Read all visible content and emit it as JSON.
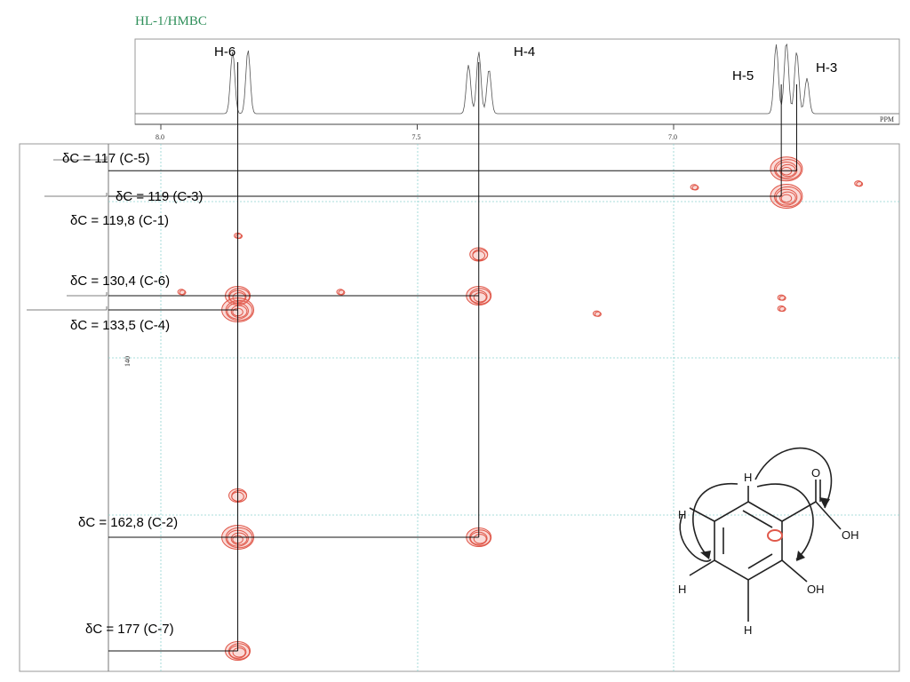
{
  "chart_data": {
    "type": "heatmap",
    "title": "HL-1/HMBC",
    "x_axis": {
      "unit": "PPM",
      "ticks": [
        "8.0",
        "7.5",
        "7.0"
      ],
      "direction": "decreasing"
    },
    "y_axis": {
      "ticks": [
        "140"
      ]
    },
    "proton_labels": [
      {
        "id": "h6",
        "text": "H-6",
        "ppm": 7.85
      },
      {
        "id": "h4",
        "text": "H-4",
        "ppm": 7.38
      },
      {
        "id": "h5",
        "text": "H-5",
        "ppm": 6.79
      },
      {
        "id": "h3",
        "text": "H-3",
        "ppm": 6.76
      }
    ],
    "carbon_labels": [
      {
        "id": "c5",
        "text": "δC = 117 (C-5)",
        "ppm": 117.0
      },
      {
        "id": "c3",
        "text": "δC = 119 (C-3)",
        "ppm": 119.0
      },
      {
        "id": "c1",
        "text": "δC = 119,8 (C-1)",
        "ppm": 119.8
      },
      {
        "id": "c6",
        "text": "δC = 130,4 (C-6)",
        "ppm": 130.4
      },
      {
        "id": "c4",
        "text": "δC = 133,5 (C-4)",
        "ppm": 133.5
      },
      {
        "id": "c2",
        "text": "δC = 162,8 (C-2)",
        "ppm": 162.8
      },
      {
        "id": "c7",
        "text": "δC = 177 (C-7)",
        "ppm": 177.0
      }
    ],
    "correlations": [
      {
        "h_ppm": 6.78,
        "c_ppm": 117.5,
        "size": 3
      },
      {
        "h_ppm": 6.78,
        "c_ppm": 119.5,
        "size": 3
      },
      {
        "h_ppm": 7.85,
        "c_ppm": 130.4,
        "size": 2
      },
      {
        "h_ppm": 7.85,
        "c_ppm": 133.5,
        "size": 3
      },
      {
        "h_ppm": 7.38,
        "c_ppm": 130.4,
        "size": 2
      },
      {
        "h_ppm": 7.38,
        "c_ppm": 126.0,
        "size": 1
      },
      {
        "h_ppm": 7.85,
        "c_ppm": 162.8,
        "size": 3
      },
      {
        "h_ppm": 7.38,
        "c_ppm": 162.8,
        "size": 2
      },
      {
        "h_ppm": 7.85,
        "c_ppm": 177.0,
        "size": 2
      },
      {
        "h_ppm": 7.85,
        "c_ppm": 157.5,
        "size": 1
      },
      {
        "h_ppm": 7.85,
        "c_ppm": 124.0,
        "size": 0
      },
      {
        "h_ppm": 7.96,
        "c_ppm": 130.0,
        "size": 0
      },
      {
        "h_ppm": 7.65,
        "c_ppm": 130.0,
        "size": 0
      },
      {
        "h_ppm": 7.15,
        "c_ppm": 134.0,
        "size": 0
      },
      {
        "h_ppm": 6.96,
        "c_ppm": 118.5,
        "size": 0
      },
      {
        "h_ppm": 6.79,
        "c_ppm": 130.8,
        "size": 0
      },
      {
        "h_ppm": 6.79,
        "c_ppm": 133.2,
        "size": 0
      },
      {
        "h_ppm": 6.64,
        "c_ppm": 118.3,
        "size": 0
      }
    ],
    "colors": {
      "contour": "#e0584a",
      "grid": "#8fd3d0",
      "frame": "#888888"
    }
  },
  "structure": {
    "atoms": {
      "h_top": "H",
      "h_left": "H",
      "h_bottom_left": "H",
      "h_bottom": "H",
      "carbonyl_o": "O",
      "acid_oh": "OH",
      "phenol_oh": "OH"
    }
  }
}
